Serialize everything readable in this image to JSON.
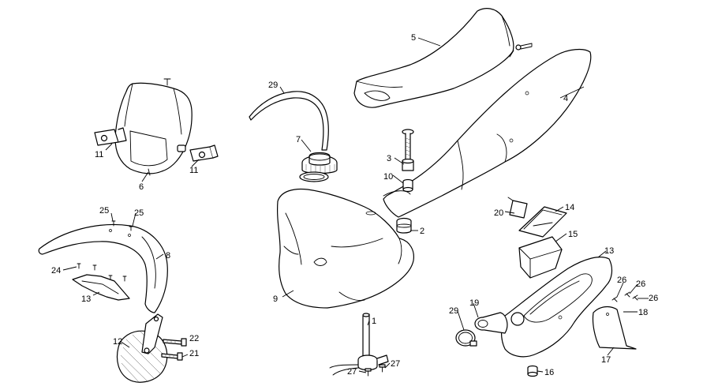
{
  "colors": {
    "line": "#000000",
    "background": "#ffffff"
  },
  "callouts": [
    {
      "id": "c5",
      "text": "5"
    },
    {
      "id": "c4",
      "text": "4"
    },
    {
      "id": "c29a",
      "text": "29"
    },
    {
      "id": "c7",
      "text": "7"
    },
    {
      "id": "c3",
      "text": "3"
    },
    {
      "id": "c10",
      "text": "10"
    },
    {
      "id": "c2",
      "text": "2"
    },
    {
      "id": "c11a",
      "text": "11"
    },
    {
      "id": "c11b",
      "text": "11"
    },
    {
      "id": "c6",
      "text": "6"
    },
    {
      "id": "c25a",
      "text": "25"
    },
    {
      "id": "c25b",
      "text": "25"
    },
    {
      "id": "c8",
      "text": "8"
    },
    {
      "id": "c24",
      "text": "24"
    },
    {
      "id": "c13a",
      "text": "13"
    },
    {
      "id": "c9",
      "text": "9"
    },
    {
      "id": "c20",
      "text": "20"
    },
    {
      "id": "c14",
      "text": "14"
    },
    {
      "id": "c15",
      "text": "15"
    },
    {
      "id": "c13b",
      "text": "13"
    },
    {
      "id": "c26a",
      "text": "26"
    },
    {
      "id": "c26b",
      "text": "26"
    },
    {
      "id": "c26c",
      "text": "26"
    },
    {
      "id": "c18",
      "text": "18"
    },
    {
      "id": "c29b",
      "text": "29"
    },
    {
      "id": "c19",
      "text": "19"
    },
    {
      "id": "c17",
      "text": "17"
    },
    {
      "id": "c16",
      "text": "16"
    },
    {
      "id": "c1",
      "text": "1"
    },
    {
      "id": "c27a",
      "text": "27"
    },
    {
      "id": "c27b",
      "text": "27"
    },
    {
      "id": "c12",
      "text": "12"
    },
    {
      "id": "c22",
      "text": "22"
    },
    {
      "id": "c21",
      "text": "21"
    }
  ]
}
